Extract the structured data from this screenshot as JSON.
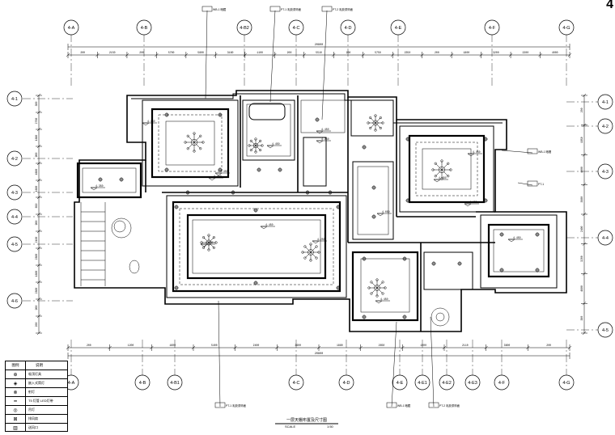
{
  "sheet_number": "4",
  "drawing_title": "一层天棚布置及尺寸图",
  "scale": "1:50",
  "scale_prefix": "SCALE",
  "axes_top": [
    "4-A",
    "4-B",
    "4-B2",
    "4-C",
    "4-D",
    "4-E",
    "4-F",
    "4-G"
  ],
  "axes_bottom": [
    "4-A",
    "4-B",
    "4-B1",
    "4-C",
    "4-D",
    "4-E",
    "4-E1",
    "4-E2",
    "4-E3",
    "4-F",
    "4-G"
  ],
  "axes_left": [
    "4-1",
    "4-2",
    "4-3",
    "4-4",
    "4-5",
    "4-6"
  ],
  "axes_right": [
    "4-1",
    "4-2",
    "4-3",
    "4-4",
    "4-5"
  ],
  "dims_top_total": "20800",
  "dims_bottom_total": "20800",
  "dims_top": [
    "200",
    "2150",
    "200",
    "5700",
    "5800",
    "3160",
    "1100",
    "200",
    "5510",
    "200",
    "5750",
    "2350",
    "200",
    "1800",
    "3200",
    "2200",
    "4000"
  ],
  "dims_bottom": [
    "200",
    "1200",
    "1600",
    "5400",
    "2400",
    "3600",
    "1880",
    "2650",
    "1000",
    "2110",
    "3600",
    "200"
  ],
  "dims_left": [
    "300",
    "2700",
    "1880",
    "900",
    "4600",
    "1600",
    "650",
    "900",
    "2100",
    "2800",
    "1600",
    "2800",
    "900",
    "200"
  ],
  "dims_right": [
    "200",
    "1950",
    "4000",
    "3600",
    "2400",
    "3200",
    "4600",
    "300"
  ],
  "elev_marks": [
    "4.450",
    "4.450",
    "4.450",
    "4.250",
    "4.450",
    "4.450",
    "4.250",
    "4.050",
    "4.450",
    "4.450",
    "4.450",
    "4.450",
    "4.450",
    "4.450",
    "4.350",
    "4.450"
  ],
  "callouts": [
    "WB-1 暗藏",
    "PT-1 乳胶漆饰面",
    "PT-2 乳胶漆饰面",
    "WB-1 暗槽",
    "PT-1",
    "WB-1 暗藏",
    "PT-2 乳胶漆饰面",
    "PT-1 乳胶漆饰面"
  ],
  "legend": {
    "header_symbol": "图例",
    "header_desc": "说明",
    "rows": [
      {
        "symbol": "⊕",
        "desc": "吸顶灯具"
      },
      {
        "symbol": "◈",
        "desc": "嵌入式筒灯"
      },
      {
        "symbol": "⊗",
        "desc": "射灯"
      },
      {
        "symbol": "━",
        "desc": "T5 灯管 LED灯带"
      },
      {
        "symbol": "◎",
        "desc": "吊灯"
      },
      {
        "symbol": "⊠",
        "desc": "排风扇"
      },
      {
        "symbol": "▥",
        "desc": "送风口"
      }
    ]
  }
}
